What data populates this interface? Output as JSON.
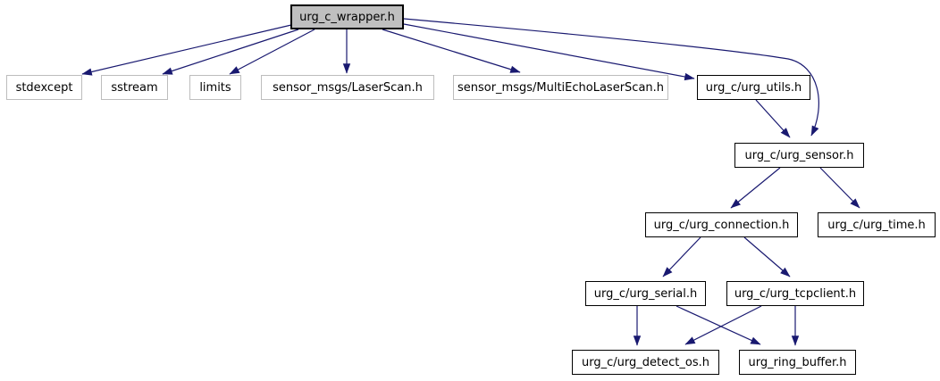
{
  "diagram": {
    "type": "include-dependency-graph",
    "root_file": "urg_c_wrapper.h",
    "colors": {
      "bg_color": "#ffffff",
      "edge_color": "#191970",
      "node_fill": "#ffffff",
      "root_fill": "#bfbfbf",
      "plain_border": "#bdbdbd",
      "linked_border": "#000000",
      "text_color": "#000000"
    },
    "nodes": [
      {
        "id": "urg_c_wrapper",
        "label": "urg_c_wrapper.h",
        "kind": "root"
      },
      {
        "id": "stdexcept",
        "label": "stdexcept",
        "kind": "plain"
      },
      {
        "id": "sstream",
        "label": "sstream",
        "kind": "plain"
      },
      {
        "id": "limits",
        "label": "limits",
        "kind": "plain"
      },
      {
        "id": "laserscan",
        "label": "sensor_msgs/LaserScan.h",
        "kind": "plain"
      },
      {
        "id": "multiecho",
        "label": "sensor_msgs/MultiEchoLaserScan.h",
        "kind": "plain"
      },
      {
        "id": "urg_utils",
        "label": "urg_c/urg_utils.h",
        "kind": "linked"
      },
      {
        "id": "urg_sensor",
        "label": "urg_c/urg_sensor.h",
        "kind": "linked"
      },
      {
        "id": "urg_connection",
        "label": "urg_c/urg_connection.h",
        "kind": "linked"
      },
      {
        "id": "urg_time",
        "label": "urg_c/urg_time.h",
        "kind": "linked"
      },
      {
        "id": "urg_serial",
        "label": "urg_c/urg_serial.h",
        "kind": "linked"
      },
      {
        "id": "urg_tcpclient",
        "label": "urg_c/urg_tcpclient.h",
        "kind": "linked"
      },
      {
        "id": "urg_detect_os",
        "label": "urg_c/urg_detect_os.h",
        "kind": "linked"
      },
      {
        "id": "urg_ring_buffer",
        "label": "urg_ring_buffer.h",
        "kind": "linked"
      }
    ],
    "edges": [
      {
        "from": "urg_c_wrapper.h",
        "to": "stdexcept"
      },
      {
        "from": "urg_c_wrapper.h",
        "to": "sstream"
      },
      {
        "from": "urg_c_wrapper.h",
        "to": "limits"
      },
      {
        "from": "urg_c_wrapper.h",
        "to": "sensor_msgs/LaserScan.h"
      },
      {
        "from": "urg_c_wrapper.h",
        "to": "sensor_msgs/MultiEchoLaserScan.h"
      },
      {
        "from": "urg_c_wrapper.h",
        "to": "urg_c/urg_utils.h"
      },
      {
        "from": "urg_c_wrapper.h",
        "to": "urg_c/urg_sensor.h"
      },
      {
        "from": "urg_c/urg_utils.h",
        "to": "urg_c/urg_sensor.h"
      },
      {
        "from": "urg_c/urg_sensor.h",
        "to": "urg_c/urg_connection.h"
      },
      {
        "from": "urg_c/urg_sensor.h",
        "to": "urg_c/urg_time.h"
      },
      {
        "from": "urg_c/urg_connection.h",
        "to": "urg_c/urg_serial.h"
      },
      {
        "from": "urg_c/urg_connection.h",
        "to": "urg_c/urg_tcpclient.h"
      },
      {
        "from": "urg_c/urg_serial.h",
        "to": "urg_c/urg_detect_os.h"
      },
      {
        "from": "urg_c/urg_serial.h",
        "to": "urg_ring_buffer.h"
      },
      {
        "from": "urg_c/urg_tcpclient.h",
        "to": "urg_c/urg_detect_os.h"
      },
      {
        "from": "urg_c/urg_tcpclient.h",
        "to": "urg_ring_buffer.h"
      }
    ]
  }
}
